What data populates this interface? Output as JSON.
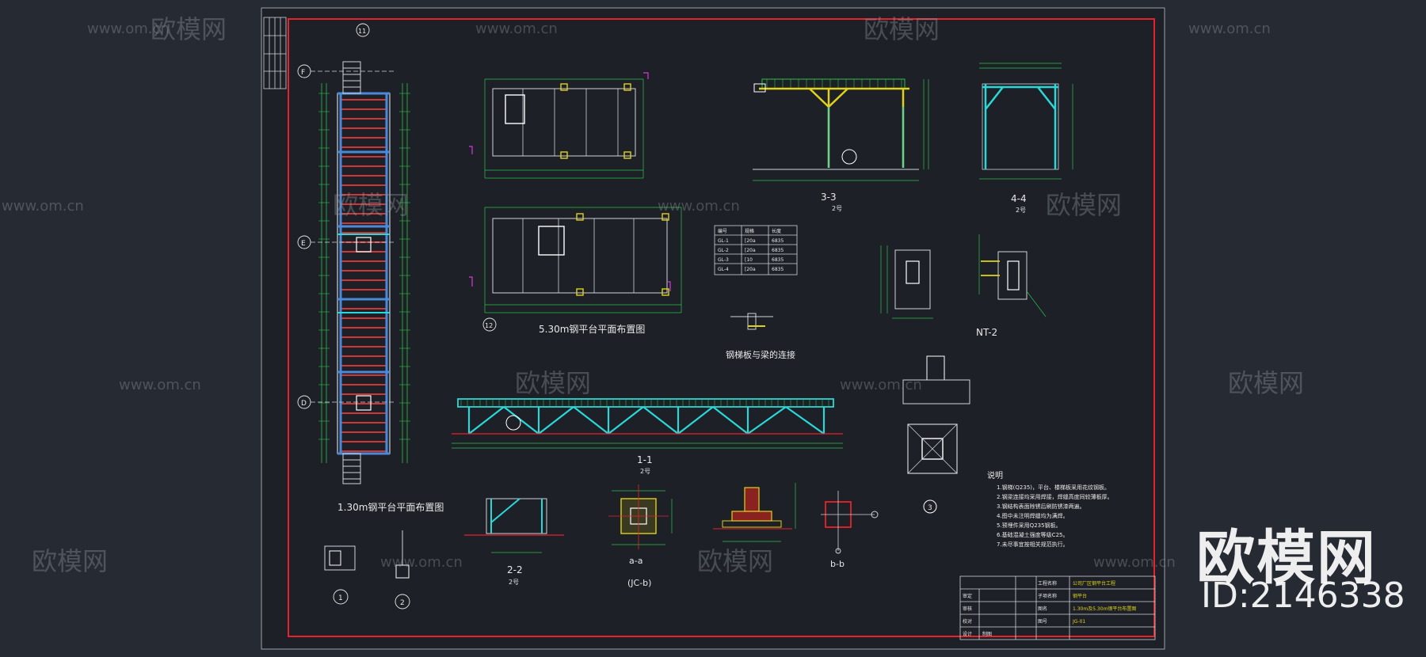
{
  "drawing": {
    "titles": {
      "plan_130": "1.30m钢平台平面布置图",
      "plan_530": "5.30m钢平台平面布置图",
      "section_11": "1-1",
      "section_22": "2-2",
      "section_33": "3-3",
      "section_44": "4-4",
      "node_nt2": "NT-2",
      "section_bb": "b-b",
      "section_aa": "a-a",
      "jc_b": "(JC-b)",
      "beam_conn": "钢梯板与梁的连接"
    },
    "scale_labels": [
      "2号",
      "2号",
      "2号",
      "2号"
    ],
    "axis_labels": [
      "F",
      "E",
      "D",
      "11",
      "12"
    ],
    "detail_circles": [
      "1",
      "2",
      "3"
    ],
    "notes": {
      "heading": "说明",
      "lines": [
        "1.钢梯(Q235)，平台、楼梯板采用花纹钢板。",
        "2.钢梁连接均采用焊接，焊缝高度同较薄板厚。",
        "3.钢结构表面除锈后刷防锈漆两遍。",
        "4.图中未注明焊缝均为满焊。",
        "5.预埋件采用Q235钢板。",
        "6.基础混凝土强度等级C25。",
        "7.未尽事宜按相关规范执行。"
      ]
    },
    "material_table": {
      "header": [
        "编号",
        "规格",
        "长度"
      ],
      "rows": [
        [
          "GL-1",
          "[20a",
          "6835"
        ],
        [
          "GL-2",
          "[20a",
          "6835"
        ],
        [
          "GL-3",
          "[10",
          "6835"
        ],
        [
          "GL-4",
          "[20a",
          "6835"
        ]
      ]
    },
    "title_block": {
      "labels": [
        "审定",
        "审核",
        "校对",
        "设计",
        "制图"
      ],
      "project_label": "工程名称",
      "item_label": "子项名称",
      "drawing_label": "图名",
      "number_label": "图号",
      "project": "公司厂区钢平台工程",
      "item": "钢平台",
      "drawing_name": "1.30m及5.30m钢平台布置图",
      "number": "JG-01"
    }
  },
  "watermark": {
    "brand": "欧模网",
    "site": "www.om.cn",
    "id": "ID:2146338"
  },
  "colors": {
    "background": "#262a33",
    "sheet": "#1b1d22",
    "border": "#e8222a",
    "structure": "#4a8ad8",
    "dimension": "#2cc24a",
    "beam": "#ee3a3a",
    "text": "#e8e8e8",
    "highlight": "#e0d21a",
    "magenta": "#d33ad8",
    "cyan": "#2ad8d8"
  }
}
